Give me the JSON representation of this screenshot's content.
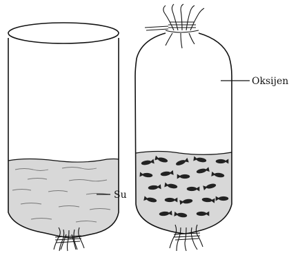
{
  "labels": {
    "water": "Su",
    "oxygen": "Oksijen"
  },
  "bags": [
    {
      "name": "water-only-bag",
      "contents": "water"
    },
    {
      "name": "fish-bag",
      "contents": "water-fish-oxygen"
    }
  ],
  "colors": {
    "ink": "#111111",
    "water_fill": "#d8d8d8",
    "background": "#ffffff"
  }
}
